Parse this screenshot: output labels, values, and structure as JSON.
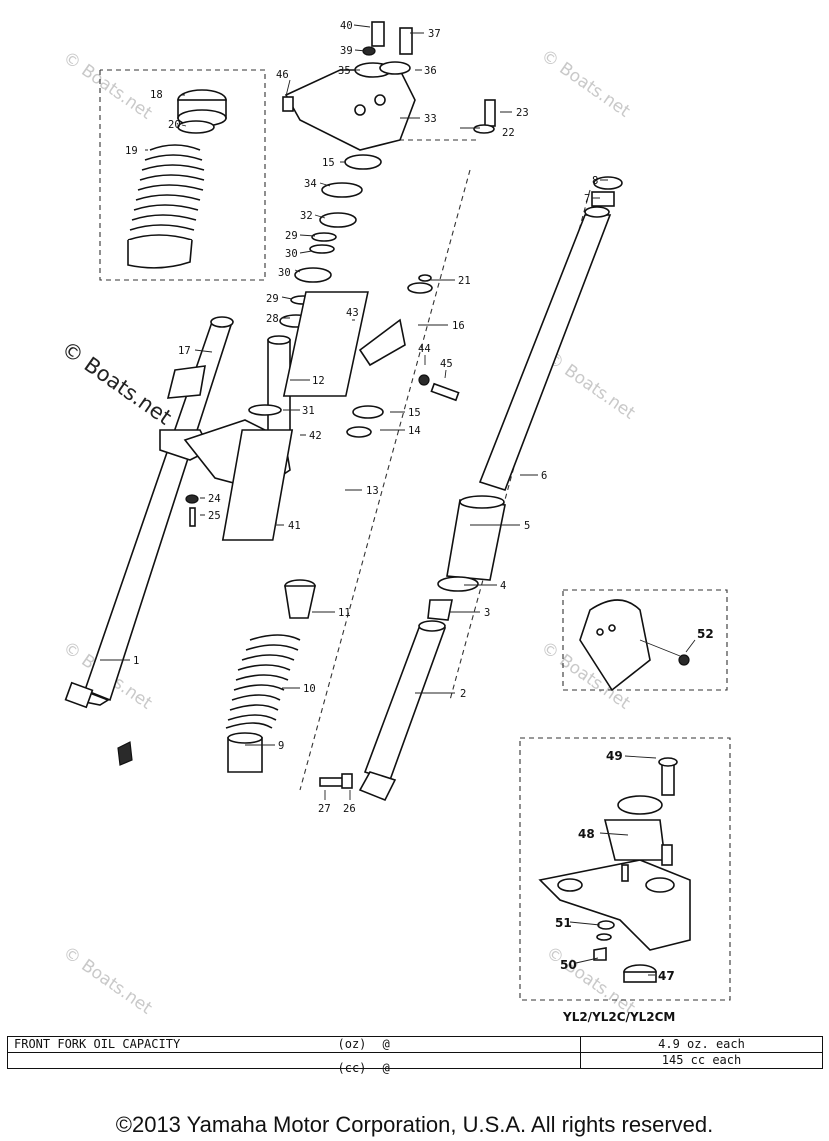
{
  "callouts": {
    "c1": "1",
    "c2": "2",
    "c3": "3",
    "c4": "4",
    "c5": "5",
    "c6": "6",
    "c7": "7",
    "c8": "8",
    "c9": "9",
    "c10": "10",
    "c11": "11",
    "c12": "12",
    "c13": "13",
    "c14": "14",
    "c15": "15",
    "c16": "16",
    "c17": "17",
    "c18": "18",
    "c19": "19",
    "c20": "20",
    "c21": "21",
    "c22": "22",
    "c23": "23",
    "c24": "24",
    "c25": "25",
    "c26": "26",
    "c27": "27",
    "c28": "28",
    "c29": "29",
    "c30": "30",
    "c31": "31",
    "c32": "32",
    "c33": "33",
    "c34": "34",
    "c35": "35",
    "c36": "36",
    "c37": "37",
    "c39": "39",
    "c40": "40",
    "c41": "41",
    "c42": "42",
    "c43": "43",
    "c44": "44",
    "c45": "45",
    "c46": "46",
    "c47": "47",
    "c48": "48",
    "c49": "49",
    "c50": "50",
    "c51": "51",
    "c52": "52"
  },
  "watermark": "© Boats.net",
  "inset_label": "YL2/YL2C/YL2CM",
  "spec_table": {
    "rows": [
      {
        "label": "FRONT FORK OIL CAPACITY",
        "unit": "(oz)",
        "mark": "@",
        "value": "4.9 oz. each"
      },
      {
        "label": "",
        "unit": "(cc)",
        "mark": "@",
        "value": "145 cc each"
      }
    ]
  },
  "copyright": "©2013 Yamaha Motor Corporation, U.S.A. All rights reserved."
}
